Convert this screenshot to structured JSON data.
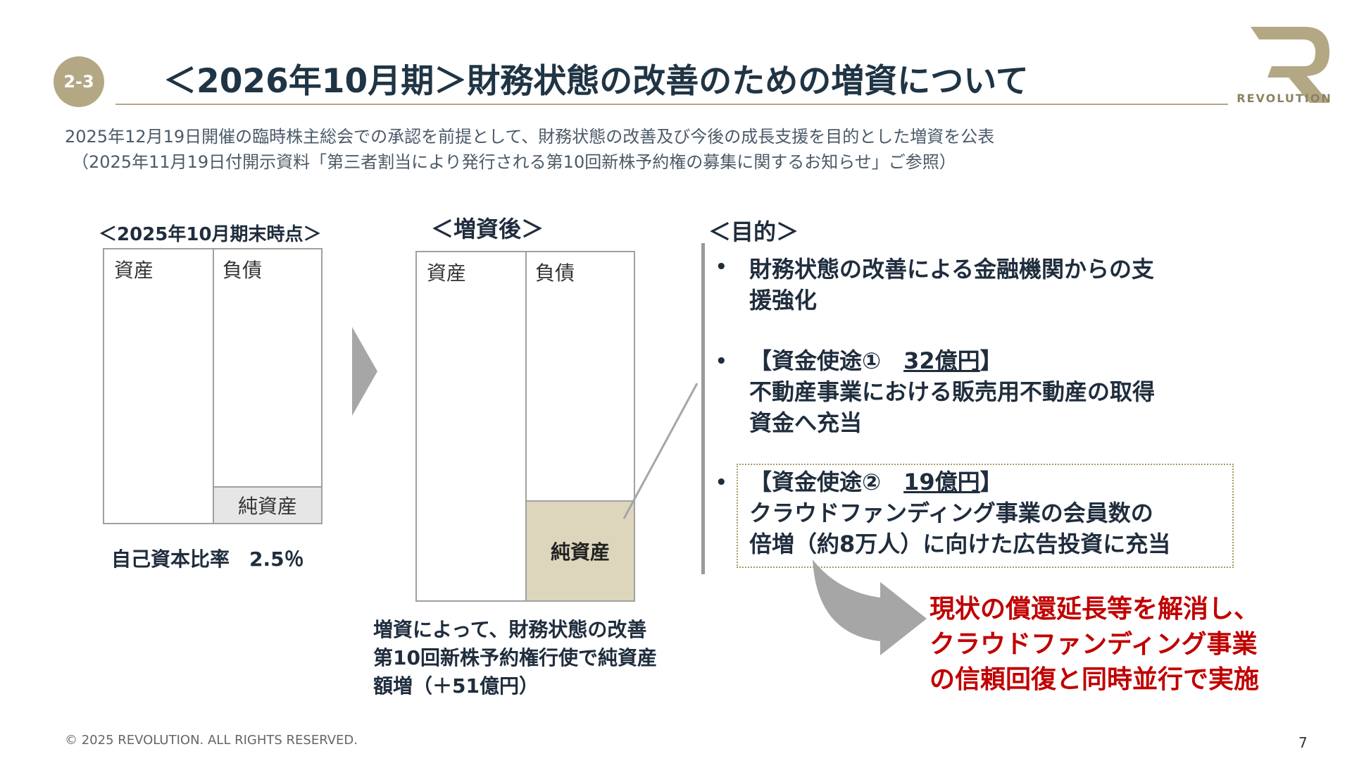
{
  "header": {
    "section_badge": "2-3",
    "title": "＜2026年10月期＞財務状態の改善のための増資について",
    "logo_text": "REVOLUTION",
    "logo_color": "#b3a883"
  },
  "intro": {
    "line1": "2025年12月19日開催の臨時株主総会での承認を前提として、財務状態の改善及び今後の成長支援を目的とした増資を公表",
    "line2": "（2025年11月19日付開示資料「第三者割当により発行される第10回新株予約権の募集に関するお知らせ」ご参照）"
  },
  "before": {
    "heading": "＜2025年10月期末時点＞",
    "assets": "資産",
    "liabilities": "負債",
    "net_assets": "純資産",
    "equity_ratio": "自己資本比率　2.5％"
  },
  "after": {
    "heading": "＜増資後＞",
    "assets": "資産",
    "liabilities": "負債",
    "net_assets": "純資産",
    "note_line1": "増資によって、財務状態の改善",
    "note_line2": "第10回新株予約権行使で純資産",
    "note_line3": "額増（＋51億円）"
  },
  "purpose": {
    "heading": "＜目的＞",
    "bullet": "•",
    "b1_line1": "財務状態の改善による金融機関からの支",
    "b1_line2": "援強化",
    "b2_prefix": "【資金使途①　",
    "b2_amount": "32億円",
    "b2_suffix": "】",
    "b2_line2": "不動産事業における販売用不動産の取得",
    "b2_line3": "資金へ充当",
    "b3_prefix": "【資金使途②　",
    "b3_amount": "19億円",
    "b3_suffix": "】",
    "b3_line2": "クラウドファンディング事業の会員数の",
    "b3_line3": "倍増（約8万人）に向けた広告投資に充当"
  },
  "result": {
    "line1": "現状の償還延長等を解消し、",
    "line2": "クラウドファンディング事業",
    "line3": "の信頼回復と同時並行で実施",
    "color": "#c00000"
  },
  "footer": {
    "copyright": "© 2025 REVOLUTION. ALL RIGHTS RESERVED.",
    "page_number": "7"
  }
}
